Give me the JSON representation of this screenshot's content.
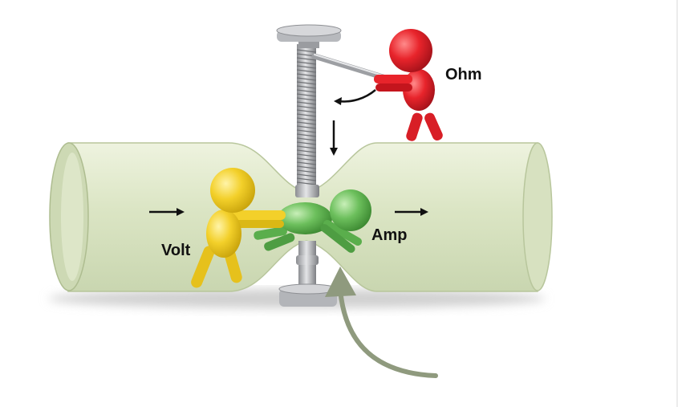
{
  "diagram": {
    "labels": {
      "ohm": "Ohm",
      "volt": "Volt",
      "amp": "Amp"
    },
    "colors": {
      "pipe": "#dfe8c9",
      "pipe_dark": "#c5d2ad",
      "ohm": "#e8242b",
      "volt": "#f3d02a",
      "amp": "#6cbf5c",
      "clamp_metal": "#a8aaae",
      "curved_arrow": "#8f9a7e",
      "arrow": "#111111"
    },
    "icons": {
      "flow_arrow_left": "right-arrow",
      "flow_arrow_right": "right-arrow",
      "turn_arrow": "curved-arrow",
      "down_arrow": "down-arrow",
      "pointer_arrow": "curved-up-arrow"
    }
  }
}
